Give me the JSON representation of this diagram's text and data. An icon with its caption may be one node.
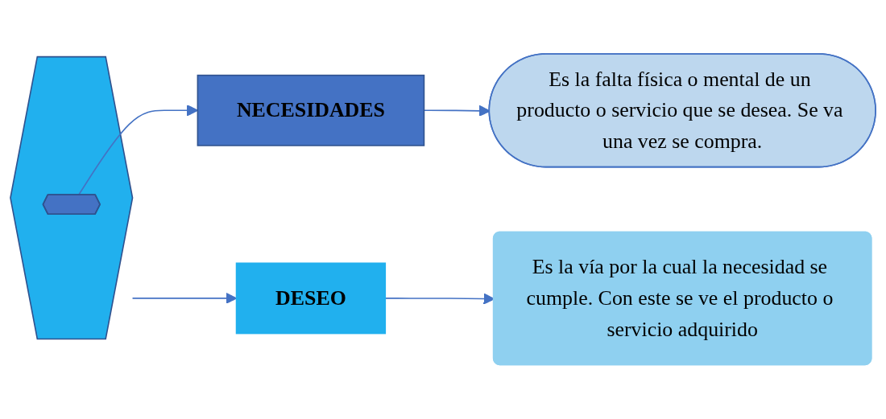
{
  "diagram": {
    "nodes": [
      {
        "text": [],
        "shape": "hexagon"
      },
      {
        "text": [],
        "shape": "hexagon",
        "in": 0
      },
      {
        "text": [
          "NECESIDADES"
        ]
      },
      {
        "text": [
          "Es la falta física o mental de un producto o servicio que se desea. Se va una vez se compra."
        ]
      },
      {
        "text": [
          "DESEO"
        ]
      },
      {
        "text": [
          "Es la vía por la cual la necesidad se cumple. Con este se ve el producto o servicio adquirido"
        ]
      }
    ],
    "edges": [
      {
        "from": 1,
        "to": 2,
        "arrow": "to"
      },
      {
        "from": 0,
        "to": 4,
        "arrow": "to"
      },
      {
        "from": 2,
        "to": 3,
        "arrow": "to"
      },
      {
        "from": 4,
        "to": 5,
        "arrow": "to"
      }
    ]
  }
}
